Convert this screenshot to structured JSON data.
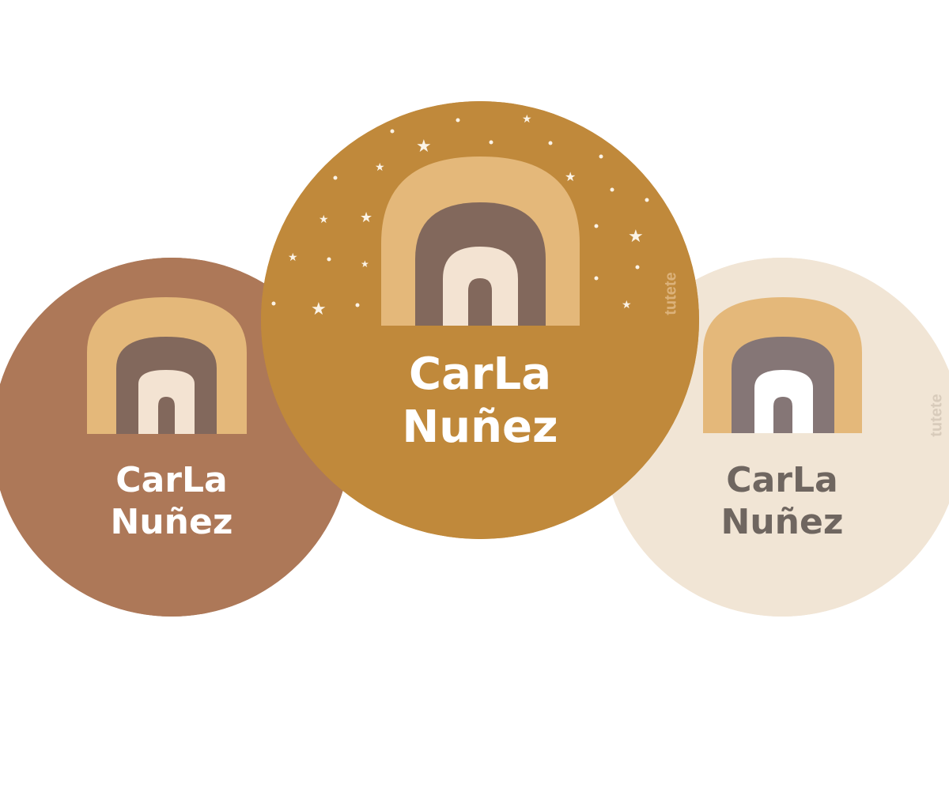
{
  "brand": "tutete",
  "stickers": [
    {
      "id": "left",
      "name_line1": "CarLa",
      "name_line2": "Nuñez",
      "background": "#ad7858",
      "text_color": "#ffffff",
      "rainbow": [
        "#e4b87a",
        "#82685c",
        "#f3e3d2"
      ],
      "stars": false
    },
    {
      "id": "center",
      "name_line1": "CarLa",
      "name_line2": "Nuñez",
      "background": "#c0893b",
      "text_color": "#ffffff",
      "rainbow": [
        "#e4b87a",
        "#82685c",
        "#f3e3d2"
      ],
      "stars": true
    },
    {
      "id": "right",
      "name_line1": "CarLa",
      "name_line2": "Nuñez",
      "background": "#f1e5d5",
      "text_color": "#6f6660",
      "rainbow": [
        "#e4b87a",
        "#857676",
        "#ffffff"
      ],
      "stars": false
    }
  ]
}
